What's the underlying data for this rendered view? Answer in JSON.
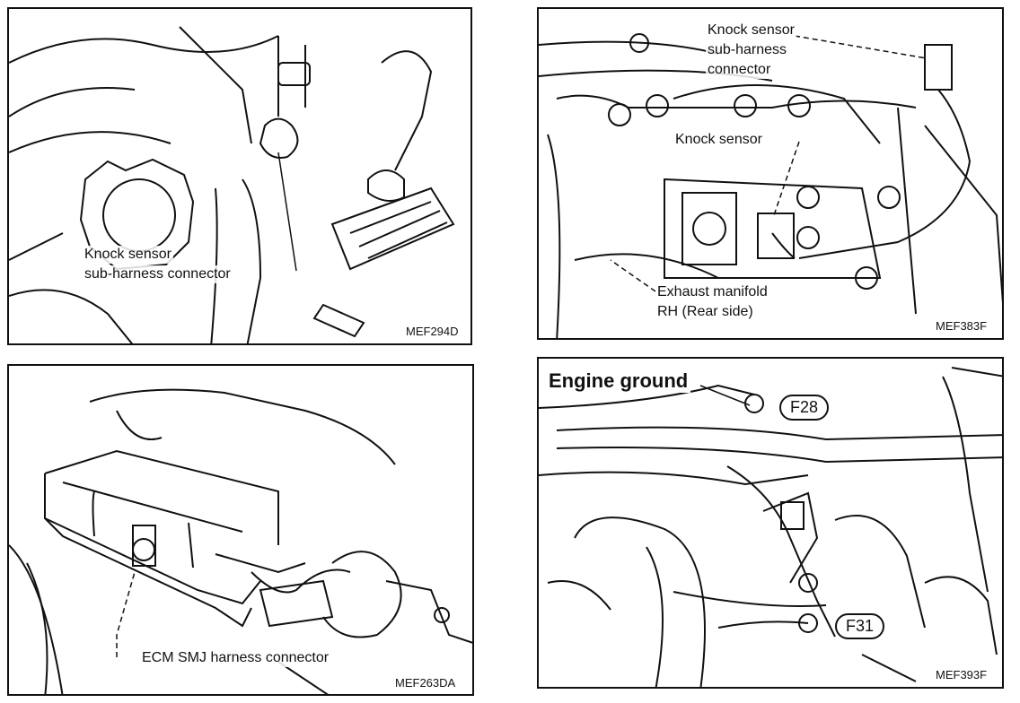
{
  "panels": {
    "tl": {
      "label_line1": "Knock sensor",
      "label_line2": "sub-harness connector",
      "code": "MEF294D"
    },
    "tr": {
      "connector_line1": "Knock sensor",
      "connector_line2": "sub-harness",
      "connector_line3": "connector",
      "sensor_label": "Knock sensor",
      "manifold_line1": "Exhaust manifold",
      "manifold_line2": "RH (Rear side)",
      "code": "MEF383F"
    },
    "bl": {
      "label": "ECM SMJ harness connector",
      "code": "MEF263DA"
    },
    "br": {
      "title": "Engine ground",
      "badge1": "F28",
      "badge2": "F31",
      "code": "MEF393F"
    }
  }
}
